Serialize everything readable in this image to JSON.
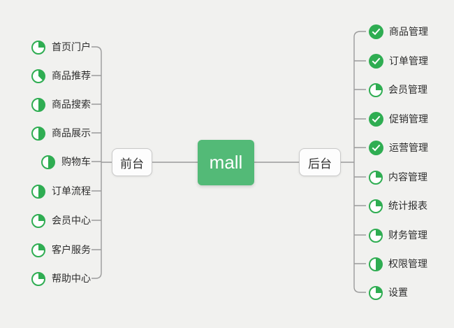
{
  "canvas": {
    "background_color": "#f1f1ef",
    "connector_color": "#9b9b9b"
  },
  "root": {
    "label": "mall",
    "background_color": "#53ba77",
    "text_color": "#ffffff"
  },
  "icon_colors": {
    "green": "#2fad52",
    "check_mark": "#ffffff"
  },
  "branches": {
    "left": {
      "label": "前台",
      "items": [
        {
          "label": "首页门户",
          "icon": {
            "type": "pie",
            "percent": "25%"
          }
        },
        {
          "label": "商品推荐",
          "icon": {
            "type": "pie",
            "percent": "37.5%"
          }
        },
        {
          "label": "商品搜索",
          "icon": {
            "type": "pie",
            "percent": "50%"
          }
        },
        {
          "label": "商品展示",
          "icon": {
            "type": "pie",
            "percent": "50%"
          }
        },
        {
          "label": "购物车",
          "icon": {
            "type": "pie",
            "percent": "50%"
          }
        },
        {
          "label": "订单流程",
          "icon": {
            "type": "pie",
            "percent": "50%"
          }
        },
        {
          "label": "会员中心",
          "icon": {
            "type": "pie",
            "percent": "25%"
          }
        },
        {
          "label": "客户服务",
          "icon": {
            "type": "pie",
            "percent": "25%"
          }
        },
        {
          "label": "帮助中心",
          "icon": {
            "type": "pie",
            "percent": "25%"
          }
        }
      ]
    },
    "right": {
      "label": "后台",
      "items": [
        {
          "label": "商品管理",
          "icon": {
            "type": "check"
          }
        },
        {
          "label": "订单管理",
          "icon": {
            "type": "check"
          }
        },
        {
          "label": "会员管理",
          "icon": {
            "type": "pie",
            "percent": "25%"
          }
        },
        {
          "label": "促销管理",
          "icon": {
            "type": "check"
          }
        },
        {
          "label": "运营管理",
          "icon": {
            "type": "check"
          }
        },
        {
          "label": "内容管理",
          "icon": {
            "type": "pie",
            "percent": "25%"
          }
        },
        {
          "label": "统计报表",
          "icon": {
            "type": "pie",
            "percent": "25%"
          }
        },
        {
          "label": "财务管理",
          "icon": {
            "type": "pie",
            "percent": "25%"
          }
        },
        {
          "label": "权限管理",
          "icon": {
            "type": "pie",
            "percent": "50%"
          }
        },
        {
          "label": "设置",
          "icon": {
            "type": "pie",
            "percent": "25%"
          }
        }
      ]
    }
  }
}
